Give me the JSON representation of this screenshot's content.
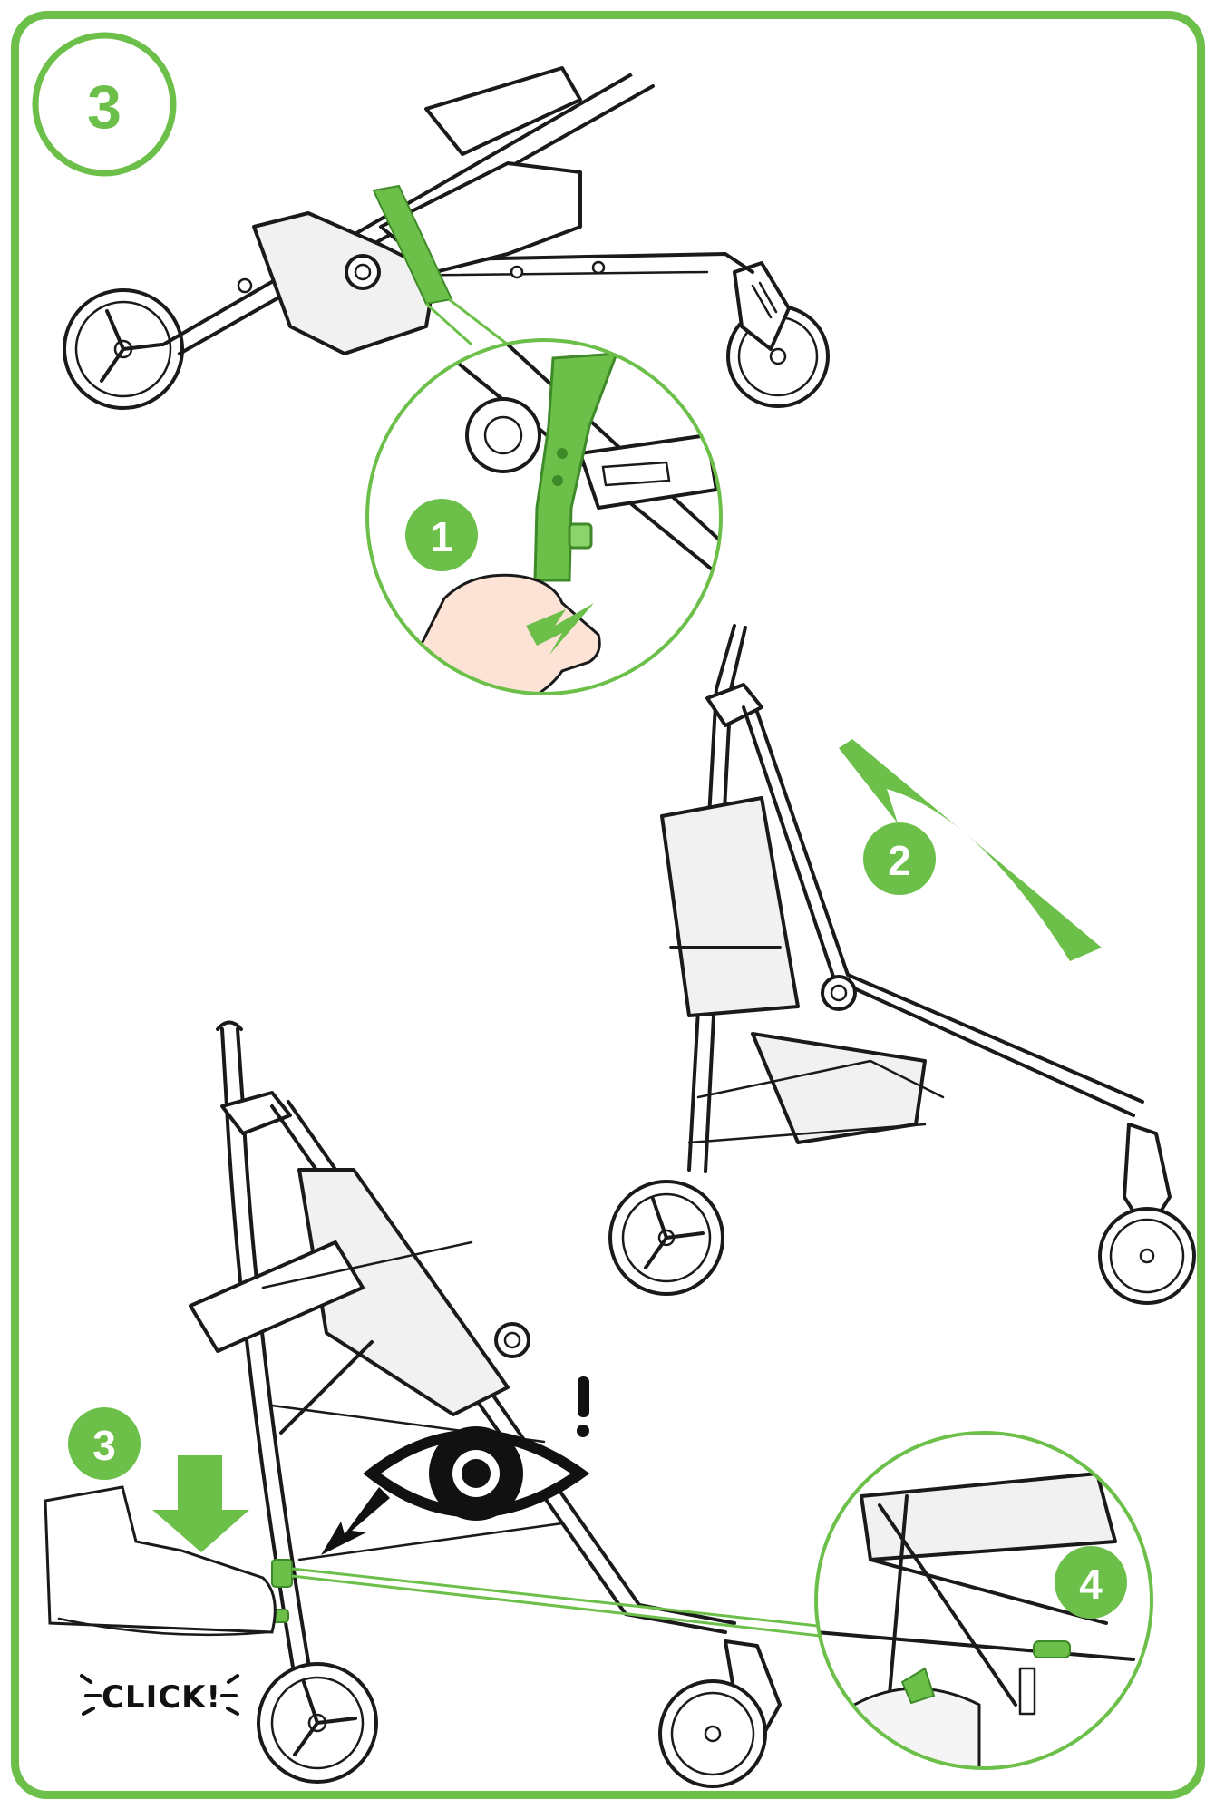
{
  "main_step": {
    "label": "3"
  },
  "sub_steps": [
    {
      "label": "1"
    },
    {
      "label": "2"
    },
    {
      "label": "3"
    },
    {
      "label": "4"
    }
  ],
  "sound_label": "CLICK!",
  "colors": {
    "accent": "#6cc04a",
    "ink": "#1a1a1a",
    "skin": "#fde3d6",
    "background": "#ffffff"
  },
  "icons": [
    "eye-icon",
    "exclamation-icon",
    "arrow-down-icon",
    "arrow-curved-icon",
    "foot-icon",
    "hand-icon"
  ]
}
